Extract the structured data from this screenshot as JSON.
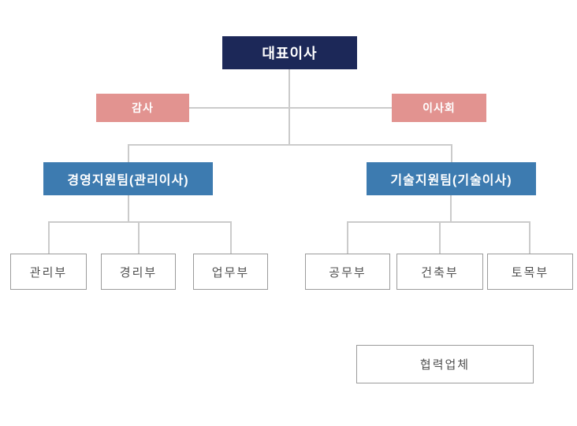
{
  "org_chart": {
    "type": "org-chart",
    "root": {
      "label": "대표이사"
    },
    "staff": [
      {
        "id": "audit",
        "label": "감사"
      },
      {
        "id": "board",
        "label": "이사회"
      }
    ],
    "teams": [
      {
        "label": "경영지원팀(관리이사)",
        "departments": [
          {
            "label": "관리부"
          },
          {
            "label": "경리부"
          },
          {
            "label": "업무부"
          }
        ]
      },
      {
        "label": "기술지원팀(기술이사)",
        "departments": [
          {
            "label": "공무부"
          },
          {
            "label": "건축부"
          },
          {
            "label": "토목부"
          }
        ]
      }
    ],
    "partner": {
      "label": "협력업체"
    },
    "colors": {
      "navy": "#1c2858",
      "pink": "#e29390",
      "blue": "#3d7bb0",
      "line_gray": "#cbcbcb",
      "border_gray": "#9b9b9b",
      "dept_text": "#4f4f4f",
      "background": "#ffffff"
    }
  }
}
